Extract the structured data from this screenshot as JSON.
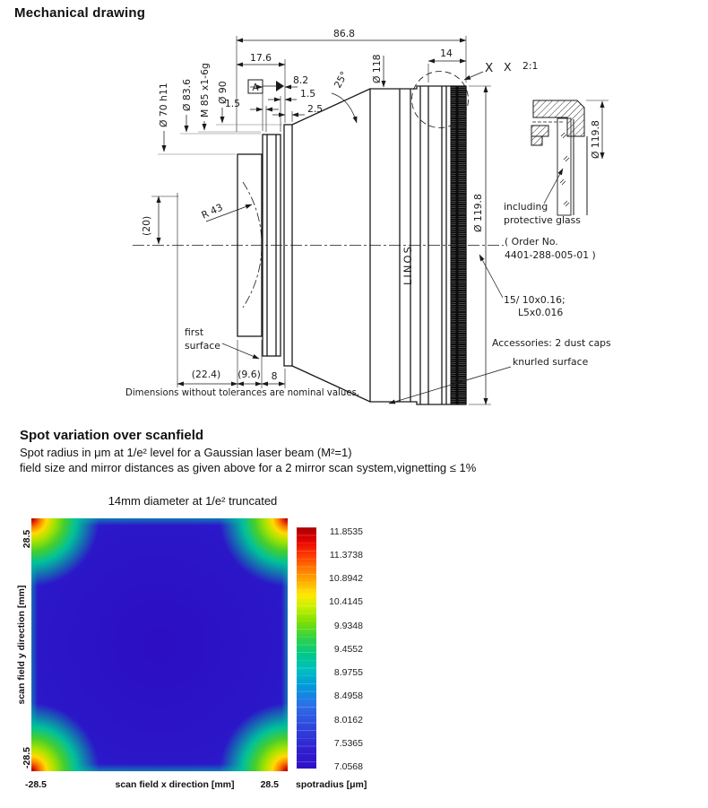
{
  "header": {
    "title": "Mechanical drawing"
  },
  "drawing": {
    "dim_86_8": "86.8",
    "dim_17_6": "17.6",
    "datum": "A",
    "dim_8_2": "8.2",
    "dim_1_5_right": "1.5",
    "dim_1_5_left": "1.5",
    "dim_2_5": "2.5",
    "angle_25": "25°",
    "dia_118": "Ø 118",
    "dim_14": "14",
    "detail_marker": "X",
    "detail_ref": "X",
    "detail_scale": "2:1",
    "dia_70": "Ø 70 h11",
    "dia_83_6": "Ø 83.6",
    "thread_m85": "M 85 x1-6g",
    "dia_90": "Ø 90",
    "dim_20": "(20)",
    "radius_43": "R 43",
    "brand": "LINOS",
    "dia_119_8_main": "Ø 119.8",
    "dia_119_8_detail": "Ø 119.8",
    "first_surface_1": "first",
    "first_surface_2": "surface",
    "dim_22_4": "(22.4)",
    "dim_9_6": "(9.6)",
    "dim_8": "8",
    "note": "Dimensions without tolerances are nominal values.",
    "including_1": "including",
    "including_2": "protective glass",
    "order_no_1": "( Order No.",
    "order_no_2": "4401-288-005-01 )",
    "knurl_spec_1": "15/ 10x0.16;",
    "knurl_spec_2": "L5x0.016",
    "accessories": "Accessories: 2 dust caps",
    "knurled_surface": "knurled surface"
  },
  "spot": {
    "title": "Spot variation over scanfield",
    "line1": "Spot radius in μm at 1/e² level for a Gaussian laser beam (M²=1)",
    "line2": "field size and mirror distances as given above for a 2 mirror scan system,vignetting ≤ 1%"
  },
  "chart_data": {
    "type": "heatmap",
    "title": "14mm diameter at 1/e² truncated",
    "xlabel": "scan field x direction [mm]",
    "ylabel": "scan field y direction [mm]",
    "x_range": [
      -28.5,
      28.5
    ],
    "y_range": [
      -28.5,
      28.5
    ],
    "x_tick_labels": [
      "-28.5",
      "28.5"
    ],
    "y_tick_labels": [
      "28.5",
      "-28.5"
    ],
    "colorbar_label": "spotradius [μm]",
    "colorbar_ticks": [
      "11.8535",
      "11.3738",
      "10.8942",
      "10.4145",
      "9.9348",
      "9.4552",
      "8.9755",
      "8.4958",
      "8.0162",
      "7.5365",
      "7.0568"
    ],
    "value_min": 7.0568,
    "value_max": 11.8535,
    "colormap": "jet",
    "distribution": "spot radius minimum ≈7.06 μm at scanfield center, increasing smoothly to ≈11.85 μm at the four field corners"
  }
}
